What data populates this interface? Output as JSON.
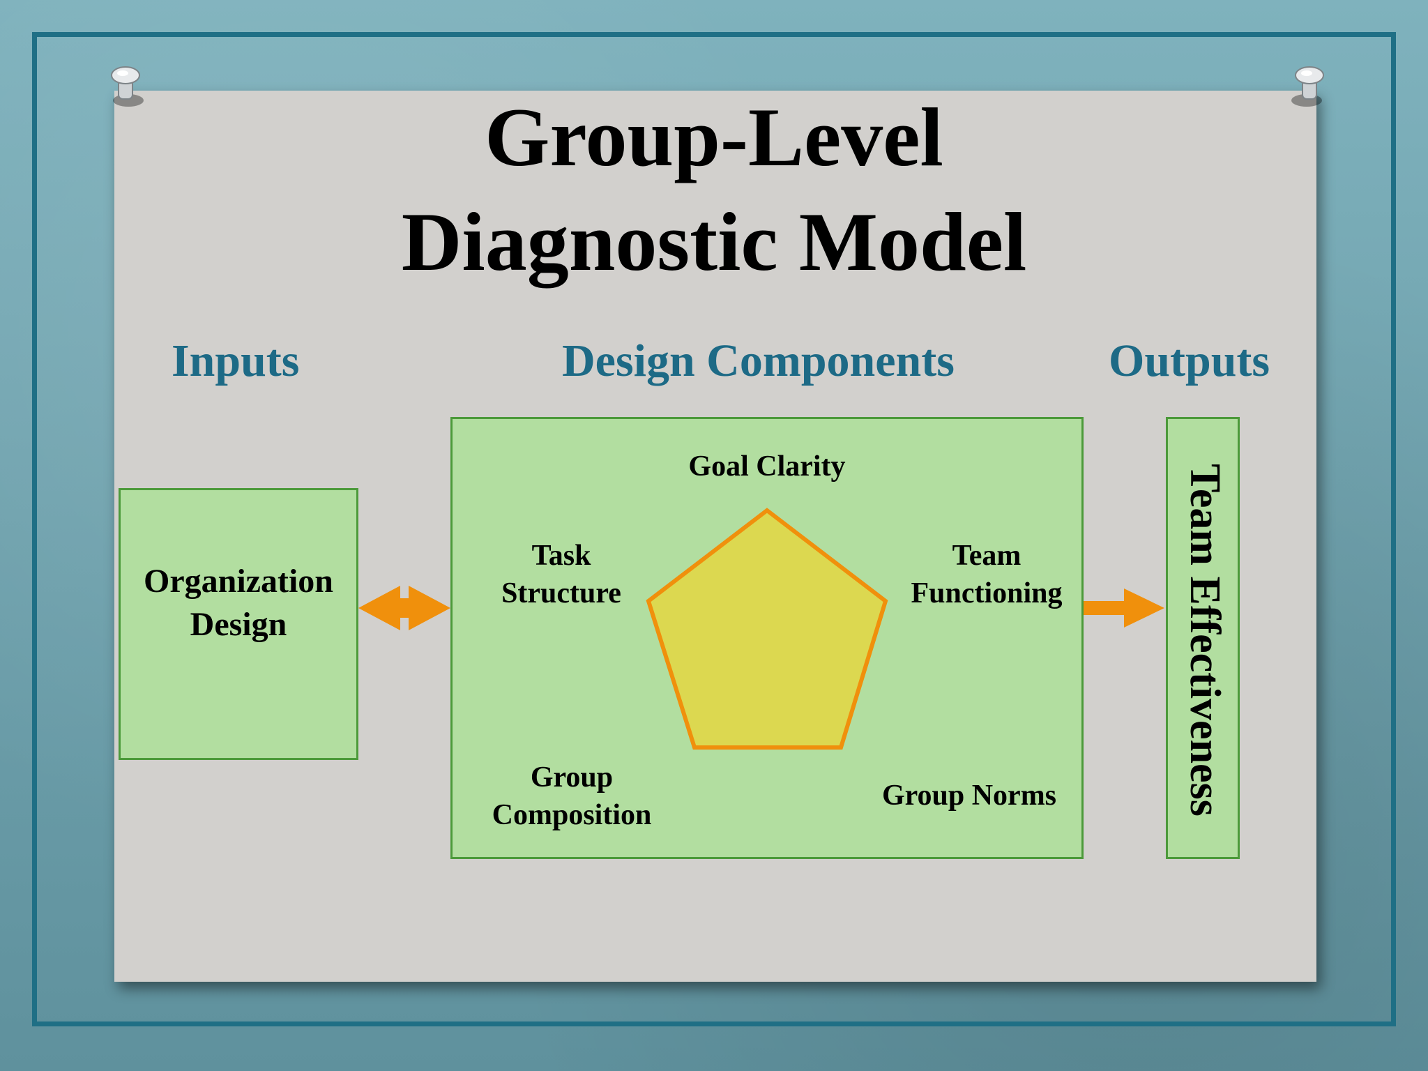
{
  "slide": {
    "title_line1": "Group-Level",
    "title_line2": "Diagnostic Model"
  },
  "sections": {
    "inputs": "Inputs",
    "design_components": "Design Components",
    "outputs": "Outputs"
  },
  "input_box": {
    "line1": "Organization",
    "line2": "Design"
  },
  "components": {
    "goal_clarity": "Goal Clarity",
    "task_structure_1": "Task",
    "task_structure_2": "Structure",
    "team_functioning_1": "Team",
    "team_functioning_2": "Functioning",
    "group_composition_1": "Group",
    "group_composition_2": "Composition",
    "group_norms": "Group Norms"
  },
  "output_box": {
    "label": "Team Effectiveness"
  },
  "colors": {
    "accent_teal": "#1d6a86",
    "box_fill": "#b2dea0",
    "box_border": "#4c9a3a",
    "arrow": "#f0900c",
    "pentagon_fill": "#dcd850",
    "pentagon_stroke": "#f0900c"
  }
}
